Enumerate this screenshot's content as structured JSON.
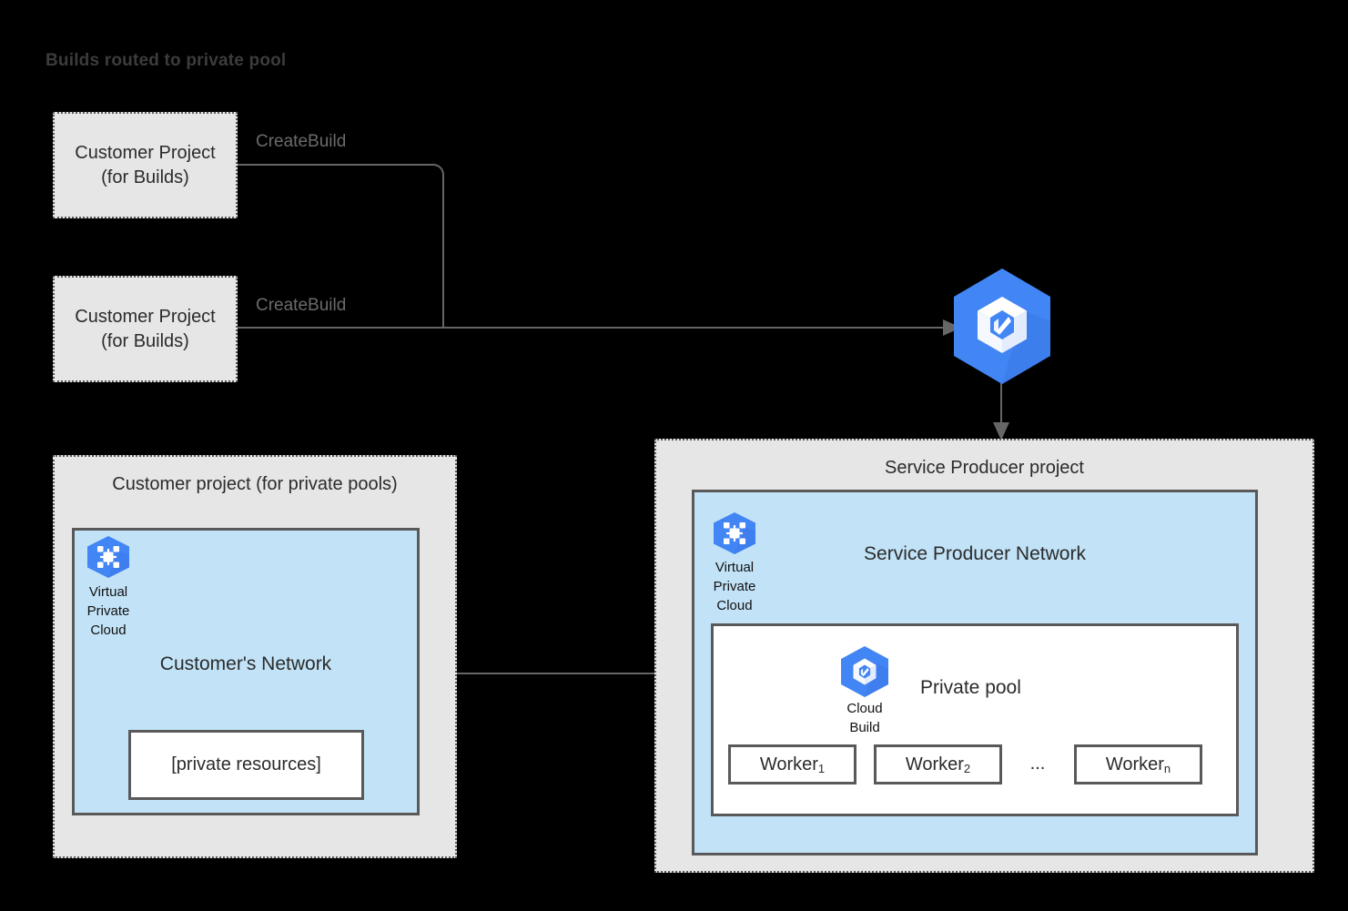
{
  "title": "Builds routed to private pool",
  "nodes": {
    "customer_project_builds_1": "Customer Project\n(for Builds)",
    "customer_project_builds_1_line1": "Customer Project",
    "customer_project_builds_1_line2": "(for Builds)",
    "customer_project_builds_2_line1": "Customer Project",
    "customer_project_builds_2_line2": "(for Builds)",
    "customer_project_private_pools": "Customer project (for private pools)",
    "customers_network": "Customer's Network",
    "private_resources": "[private resources]",
    "service_producer_project": "Service Producer project",
    "service_producer_network": "Service Producer Network",
    "private_pool": "Private pool"
  },
  "edges": {
    "create_build_1": "CreateBuild",
    "create_build_2": "CreateBuild"
  },
  "icons": {
    "cloud_build_main": "cloud-build-icon",
    "cloud_build_pool": "cloud-build-icon",
    "vpc_customer": "virtual-private-cloud-icon",
    "vpc_producer": "virtual-private-cloud-icon",
    "vpc_caption_line1": "Virtual",
    "vpc_caption_line2": "Private",
    "vpc_caption_line3": "Cloud",
    "cloud_build_caption_line1": "Cloud",
    "cloud_build_caption_line2": "Build"
  },
  "workers": [
    {
      "name": "Worker",
      "sub": "1"
    },
    {
      "name": "Worker",
      "sub": "2"
    },
    {
      "name": "Worker",
      "sub": "n"
    }
  ],
  "worker_ellipsis": "...",
  "colors": {
    "background": "#000000",
    "group_fill": "#e6e6e6",
    "network_fill": "#c2e3f7",
    "stroke": "#595959",
    "arrow": "#666666",
    "gcp_blue": "#4285f4",
    "gcp_blue_dark": "#3b78e7",
    "title_text": "#3c3c3c",
    "label_text": "#6b6b6b"
  }
}
